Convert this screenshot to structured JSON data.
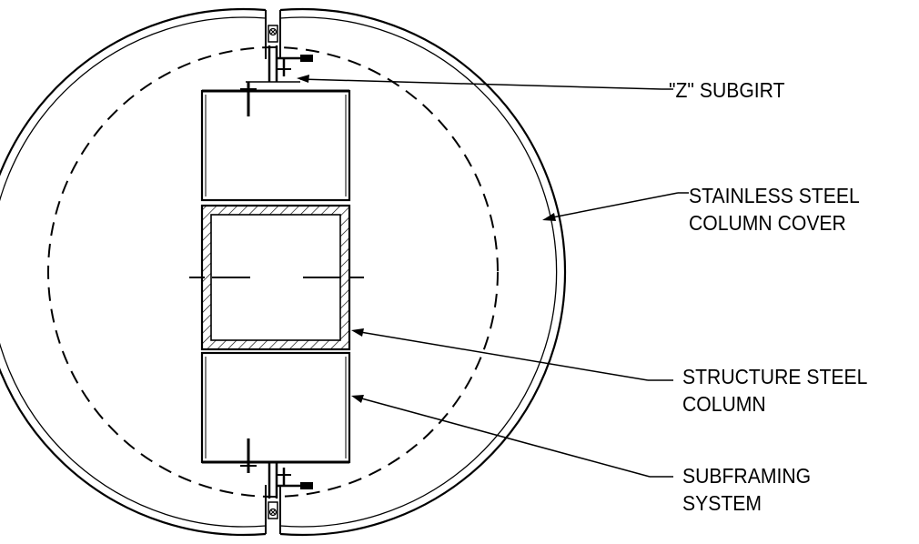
{
  "labels": {
    "subgirt": {
      "line1": "\"Z\" SUBGIRT"
    },
    "column_cover": {
      "line1": "STAINLESS STEEL",
      "line2": "COLUMN COVER"
    },
    "steel_column": {
      "line1": "STRUCTURE STEEL",
      "line2": "COLUMN"
    },
    "subframing": {
      "line1": "SUBFRAMING",
      "line2": "SYSTEM"
    }
  },
  "colors": {
    "line": "#000000",
    "background": "#ffffff"
  }
}
